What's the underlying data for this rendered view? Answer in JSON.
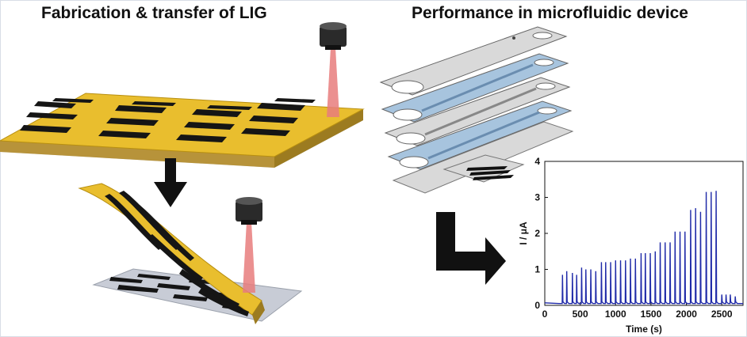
{
  "headings": {
    "left": "Fabrication & transfer of LIG",
    "right": "Performance in microfluidic device"
  },
  "colors": {
    "polyimide": "#e9be2e",
    "polyimide_edge": "#b88f10",
    "lig": "#151515",
    "laser_beam": "#e87c7c",
    "channel_layer": "#a7c4de",
    "plain_layer": "#d9d9d9",
    "substrate": "#c8ccd6",
    "trace": "#1f2aa8",
    "arrow": "#111111"
  },
  "icons": [
    "laser-head-icon",
    "down-arrow-icon",
    "corner-arrow-icon"
  ],
  "chart_data": {
    "type": "line",
    "xlabel": "Time (s)",
    "ylabel": "I / μA",
    "xlim": [
      0,
      2800
    ],
    "ylim": [
      0,
      4
    ],
    "xticks": [
      0,
      500,
      1000,
      1500,
      2000,
      2500
    ],
    "yticks": [
      0,
      1,
      2,
      3,
      4
    ],
    "grid": false,
    "baseline": 0.05,
    "peaks": [
      {
        "t": 250,
        "i": 0.85
      },
      {
        "t": 310,
        "i": 0.95
      },
      {
        "t": 390,
        "i": 0.9
      },
      {
        "t": 450,
        "i": 0.85
      },
      {
        "t": 520,
        "i": 1.05
      },
      {
        "t": 580,
        "i": 1.0
      },
      {
        "t": 650,
        "i": 1.0
      },
      {
        "t": 720,
        "i": 0.95
      },
      {
        "t": 800,
        "i": 1.2
      },
      {
        "t": 860,
        "i": 1.2
      },
      {
        "t": 930,
        "i": 1.2
      },
      {
        "t": 1000,
        "i": 1.25
      },
      {
        "t": 1070,
        "i": 1.25
      },
      {
        "t": 1140,
        "i": 1.25
      },
      {
        "t": 1210,
        "i": 1.3
      },
      {
        "t": 1280,
        "i": 1.3
      },
      {
        "t": 1360,
        "i": 1.45
      },
      {
        "t": 1420,
        "i": 1.45
      },
      {
        "t": 1490,
        "i": 1.45
      },
      {
        "t": 1560,
        "i": 1.5
      },
      {
        "t": 1630,
        "i": 1.75
      },
      {
        "t": 1700,
        "i": 1.75
      },
      {
        "t": 1770,
        "i": 1.75
      },
      {
        "t": 1840,
        "i": 2.05
      },
      {
        "t": 1910,
        "i": 2.05
      },
      {
        "t": 1980,
        "i": 2.05
      },
      {
        "t": 2060,
        "i": 2.65
      },
      {
        "t": 2130,
        "i": 2.7
      },
      {
        "t": 2200,
        "i": 2.6
      },
      {
        "t": 2280,
        "i": 3.15
      },
      {
        "t": 2350,
        "i": 3.15
      },
      {
        "t": 2420,
        "i": 3.18
      },
      {
        "t": 2500,
        "i": 0.3
      },
      {
        "t": 2560,
        "i": 0.3
      },
      {
        "t": 2620,
        "i": 0.3
      },
      {
        "t": 2690,
        "i": 0.25
      }
    ]
  }
}
